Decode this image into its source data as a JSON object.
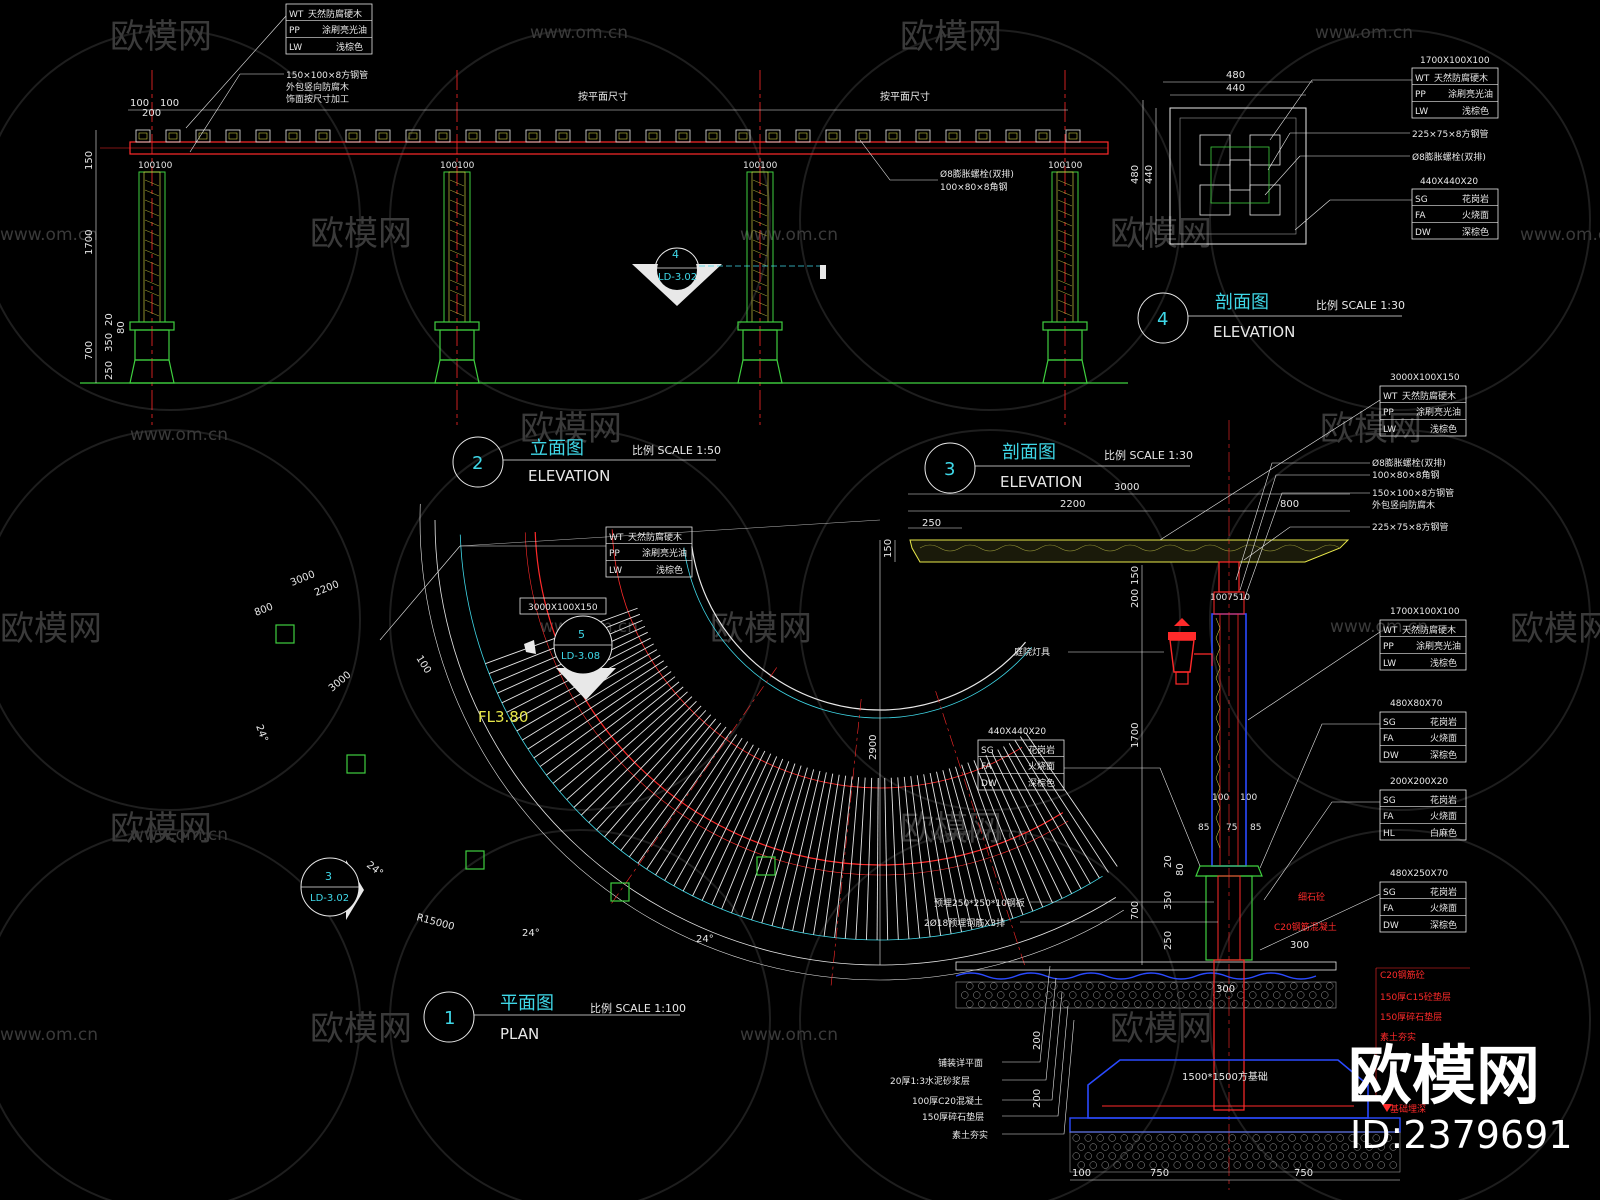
{
  "colors": {
    "background": "#000000",
    "red": "#ff2a2a",
    "yellow": "#e8e84a",
    "green": "#3fcf3f",
    "cyan": "#3fd8e8",
    "white": "#e8e8e8",
    "blue": "#2a4aff",
    "watermark": "#3a3a3a",
    "gray": "#9a9a9a"
  },
  "watermark": {
    "logo_text": "欧模网",
    "url_text": "www.om.cn",
    "url_short": "om.cn",
    "brand": "欧模网",
    "id_label": "ID:2379691"
  },
  "elevation2": {
    "number": "2",
    "title_cn": "立面图",
    "title_en": "ELEVATION",
    "scale": "比例 SCALE 1:50",
    "legend": [
      {
        "code": "WT",
        "text": "天然防腐硬木"
      },
      {
        "code": "PP",
        "text": "涂刷亮光油"
      },
      {
        "code": "LW",
        "text": "浅棕色"
      }
    ],
    "note_pipe": [
      "150×100×8方钢管",
      "外包竖向防腐木",
      "饰面按尺寸加工"
    ],
    "dim_spacing": "按平面尺寸",
    "dim_100": "100",
    "dim_200": "200",
    "dim_250": "250",
    "dim_150": "150",
    "dim_1700": "1700",
    "dim_700": "700",
    "dim_350": "350",
    "dim_20": "20",
    "dim_80": "80",
    "dim_100100": "100100",
    "note_bolt": "Ø8膨胀螺栓(双排)",
    "note_angle": "100×80×8角钢",
    "section_ref_num": "4",
    "section_ref_sheet": "LD-3.02"
  },
  "section4": {
    "number": "4",
    "title_cn": "剖面图",
    "title_en": "ELEVATION",
    "scale": "比例 SCALE 1:30",
    "dim_480": "480",
    "dim_440": "440",
    "spec_wood": "1700X100X100",
    "legend_wood": [
      {
        "code": "WT",
        "text": "天然防腐硬木"
      },
      {
        "code": "PP",
        "text": "涂刷亮光油"
      },
      {
        "code": "LW",
        "text": "浅棕色"
      }
    ],
    "note_pipe": "225×75×8方钢管",
    "note_bolt": "Ø8膨胀螺栓(双排)",
    "spec_stone": "440X440X20",
    "legend_stone": [
      {
        "code": "SG",
        "text": "花岗岩"
      },
      {
        "code": "FA",
        "text": "火烧面"
      },
      {
        "code": "DW",
        "text": "深棕色"
      }
    ]
  },
  "plan1": {
    "number": "1",
    "title_cn": "平面图",
    "title_en": "PLAN",
    "scale": "比例 SCALE 1:100",
    "legend": [
      {
        "code": "WT",
        "text": "天然防腐硬木"
      },
      {
        "code": "PP",
        "text": "涂刷亮光油"
      },
      {
        "code": "LW",
        "text": "浅棕色"
      }
    ],
    "spec_beam": "3000X100X150",
    "level": "FL3.80",
    "dim_3000": "3000",
    "dim_2200": "2200",
    "dim_800": "800",
    "dim_100": "100",
    "dim_angle": "24°",
    "dim_angle2": "24°",
    "dim_angle3": "24°",
    "dim_angle4": "24°",
    "dim_r": "R15000",
    "ref5_num": "5",
    "ref5_sheet": "LD-3.08",
    "ref3_num": "3",
    "ref3_sheet": "LD-3.02"
  },
  "section3": {
    "number": "3",
    "title_cn": "剖面图",
    "title_en": "ELEVATION",
    "scale": "比例 SCALE 1:30",
    "spec_beam": "3000X100X150",
    "legend_beam": [
      {
        "code": "WT",
        "text": "天然防腐硬木"
      },
      {
        "code": "PP",
        "text": "涂刷亮光油"
      },
      {
        "code": "LW",
        "text": "浅棕色"
      }
    ],
    "notes_top": [
      "Ø8膨胀螺栓(双排)",
      "100×80×8角钢",
      "150×100×8方钢管",
      "外包竖向防腐木",
      "225×75×8方钢管"
    ],
    "dim_3000": "3000",
    "dim_2200": "2200",
    "dim_800": "800",
    "dim_250": "250",
    "dim_150": "150",
    "dim_200": "200",
    "dim_2900": "2900",
    "dim_1700": "1700",
    "dim_700": "700",
    "dim_350": "350",
    "dim_20": "20",
    "dim_80": "80",
    "dim_1007510": "1007510",
    "dim_100": "100",
    "dim_85": "85",
    "dim_75": "75",
    "dim_300": "300",
    "dim_750": "750",
    "lamp_label": "庭院灯具",
    "spec_wood": "1700X100X100",
    "legend_wood": [
      {
        "code": "WT",
        "text": "天然防腐硬木"
      },
      {
        "code": "PP",
        "text": "涂刷亮光油"
      },
      {
        "code": "LW",
        "text": "浅棕色"
      }
    ],
    "spec_stone1": "440X440X20",
    "legend_stone1": [
      {
        "code": "SG",
        "text": "花岗岩"
      },
      {
        "code": "FA",
        "text": "火烧面"
      },
      {
        "code": "DW",
        "text": "深棕色"
      }
    ],
    "spec_stone2": "480X80X70",
    "legend_stone2": [
      {
        "code": "SG",
        "text": "花岗岩"
      },
      {
        "code": "FA",
        "text": "火烧面"
      },
      {
        "code": "DW",
        "text": "深棕色"
      }
    ],
    "spec_stone3": "200X200X20",
    "legend_stone3": [
      {
        "code": "SG",
        "text": "花岗岩"
      },
      {
        "code": "FA",
        "text": "火烧面"
      },
      {
        "code": "HL",
        "text": "白麻色"
      }
    ],
    "spec_stone4": "480X250X70",
    "legend_stone4": [
      {
        "code": "SG",
        "text": "花岗岩"
      },
      {
        "code": "FA",
        "text": "火烧面"
      },
      {
        "code": "DW",
        "text": "深棕色"
      }
    ],
    "note_plate": "预埋250*250*10钢板",
    "note_rebar": "2Ø18预埋钢筋X3排",
    "foundation_notes": [
      "C20钢筋砼",
      "150厚C15砼垫层",
      "150厚碎石垫层",
      "素土夯实"
    ],
    "layer_notes": [
      "铺装详平面",
      "20厚1:3水泥砂浆层",
      "100厚C20混凝土",
      "150厚碎石垫层",
      "素土夯实"
    ],
    "footing": "1500*1500方基础",
    "red_note1": "细石砼",
    "red_note2": "C20钢筋混凝土",
    "red_depth": "基础埋深"
  }
}
